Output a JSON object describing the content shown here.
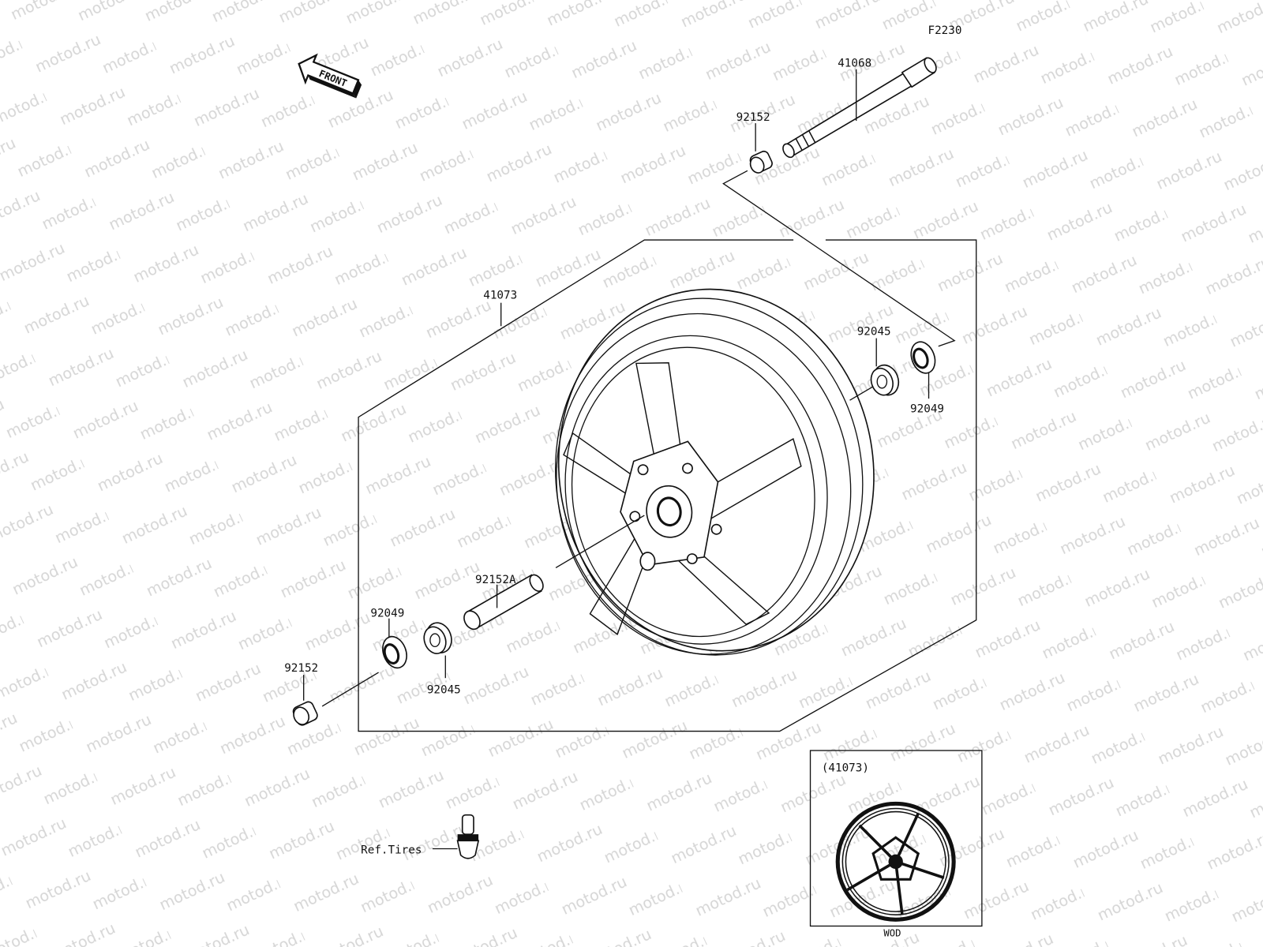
{
  "diagram": {
    "page_code": "F2230",
    "watermark": "motod.ru",
    "front_arrow": "FRONT",
    "parts": {
      "axle": "41068",
      "collar_top": "92152",
      "wheel": "41073",
      "bearing_right": "92045",
      "seal_right": "92049",
      "spacer": "92152A",
      "seal_left": "92049",
      "bearing_left": "92045",
      "collar_left": "92152",
      "valve_ref": "Ref.Tires"
    },
    "inset": {
      "title": "(41073)",
      "caption": "WOD"
    },
    "colors": {
      "line": "#111111",
      "watermark": "#d6d6d6",
      "background": "#ffffff"
    }
  }
}
